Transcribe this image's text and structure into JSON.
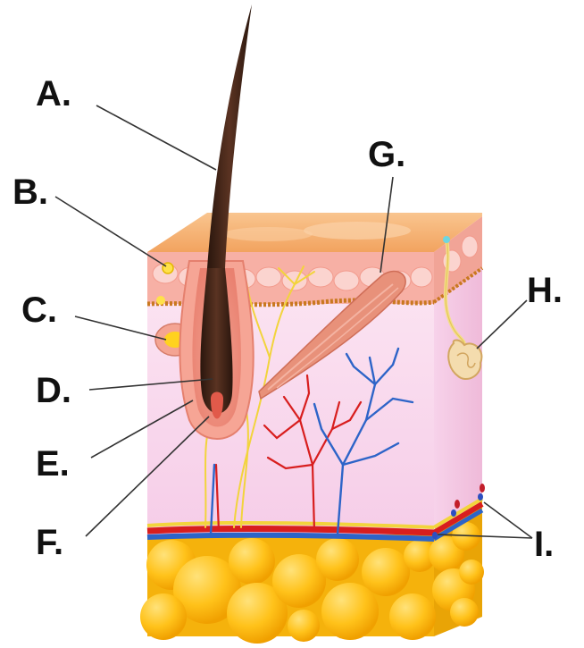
{
  "labels": {
    "a": "A.",
    "b": "B.",
    "c": "C.",
    "d": "D.",
    "e": "E.",
    "f": "F.",
    "g": "G.",
    "h": "H.",
    "i": "I."
  },
  "colors": {
    "epidermis_top": "#f6b777",
    "epidermis_front": "#f7b3a8",
    "dermis": "#f8d8ec",
    "hypodermis": "#f5b50f",
    "fat_cell": "#ffc41c",
    "hair": "#3b2216",
    "artery": "#d81e1e",
    "vein": "#2d64c8",
    "nerve": "#f2d43c",
    "muscle": "#e8917a",
    "leader_line": "#333333"
  }
}
